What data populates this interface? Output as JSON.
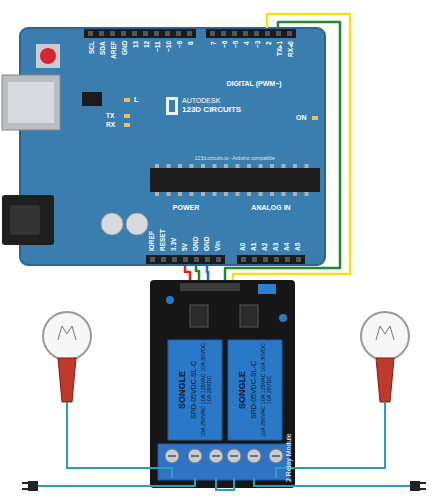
{
  "diagram": {
    "nodes": [
      {
        "text": [
          "AUTODESK",
          "123D CIRCUITS",
          "123d.circuits.io - Arduino compatible"
        ]
      },
      {
        "text": [
          "2 Relay Module"
        ]
      },
      {
        "text": [
          "SONGLE",
          "SRD-05VDC-SL-C",
          "10A 250VAC 10A 125VAC 10A 30VDC 10A 28VDC"
        ],
        "in": 1
      },
      {
        "text": [
          "SONGLE",
          "SRD-05VDC-SL-C",
          "10A 250VAC 10A 125VAC 10A 30VDC 10A 28VDC"
        ],
        "in": 1
      }
    ],
    "edges": [
      {
        "from": 0,
        "to": 1,
        "arrow": "none"
      },
      {
        "from": 0,
        "to": 1,
        "arrow": "none"
      },
      {
        "from": 0,
        "to": 1,
        "arrow": "none"
      },
      {
        "from": 0,
        "to": 1,
        "arrow": "none"
      },
      {
        "from": 0,
        "to": 1,
        "arrow": "none"
      }
    ],
    "labels": [
      "SCL",
      "SDA",
      "AREF",
      "GND",
      "13",
      "12",
      "~11",
      "~10",
      "~9",
      "8",
      "7",
      "~6",
      "~5",
      "4",
      "~3",
      "2",
      "TX▸1",
      "RX◂0",
      "DIGITAL (PWM~)",
      "L",
      "TX",
      "RX",
      "ON",
      "IOREF",
      "RESET",
      "3.3V",
      "5V",
      "GND",
      "GND",
      "Vin",
      "POWER",
      "ANALOG IN",
      "A0",
      "A1",
      "A2",
      "A3",
      "A4",
      "A5"
    ]
  }
}
